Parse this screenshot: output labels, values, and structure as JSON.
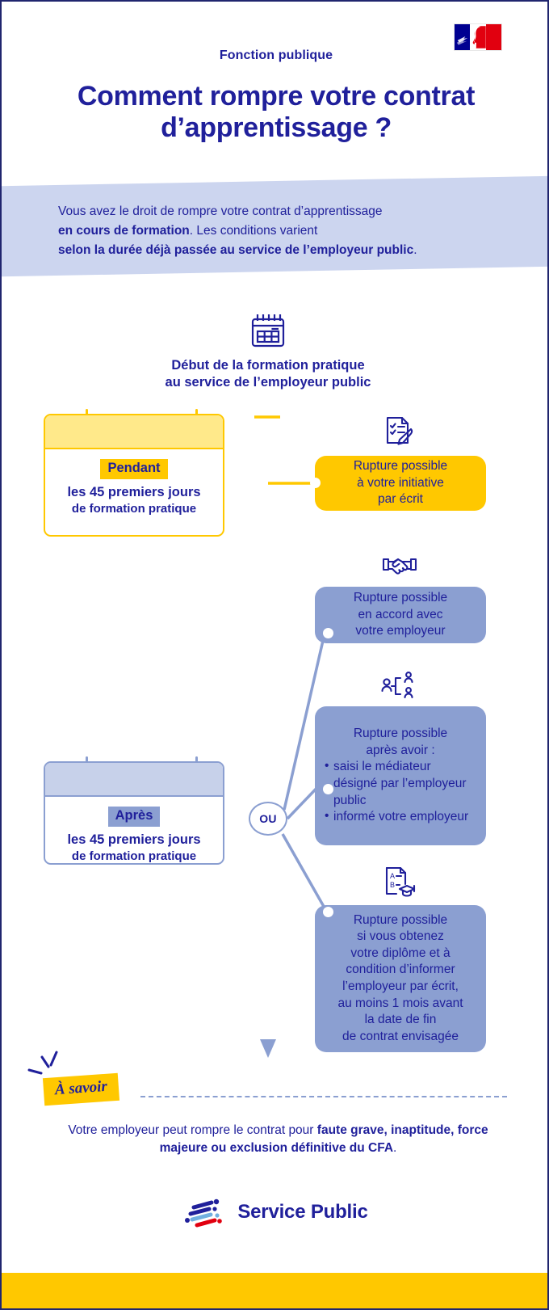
{
  "page": {
    "eyebrow": "Fonction publique",
    "title": "Comment rompre votre contrat d’apprentissage ?",
    "logo_alt": "french-flag-marianne"
  },
  "colors": {
    "navy": "#20209b",
    "yellow": "#ffc800",
    "yellow_light": "#ffe98a",
    "blue": "#8b9fd1",
    "blue_light": "#ccd5ef",
    "flag_blue": "#000091",
    "flag_red": "#e1000f"
  },
  "intro": {
    "line1": "Vous avez le droit de rompre votre contrat d’apprentissage",
    "bold1": "en cours de formation",
    "line2": ". Les conditions varient",
    "bold2": "selon la durée déjà passée au service de l’employeur public",
    "line3": "."
  },
  "timeline": {
    "icon": "calendar-icon",
    "heading_line1": "Début de la formation pratique",
    "heading_line2": "au service de l’employeur public",
    "junction_label": "OU"
  },
  "periods": [
    {
      "id": "pendant",
      "chip": "Pendant",
      "line1": "les 45 premiers jours",
      "line2": "de formation pratique"
    },
    {
      "id": "apres",
      "chip": "Après",
      "line1": "les 45 premiers jours",
      "line2": "de formation pratique"
    }
  ],
  "outcomes": [
    {
      "id": "initiative-ecrit",
      "icon": "document-check-pencil-icon",
      "style": "yellow",
      "lines": [
        "Rupture possible",
        "à votre initiative",
        "par écrit"
      ],
      "bullets": []
    },
    {
      "id": "accord-employeur",
      "icon": "handshake-icon",
      "style": "blue",
      "lines": [
        "Rupture possible",
        "en accord avec",
        "votre employeur"
      ],
      "bullets": []
    },
    {
      "id": "mediateur",
      "icon": "mediator-people-icon",
      "style": "blue",
      "lines": [
        "Rupture possible",
        "après avoir :"
      ],
      "bullets": [
        "saisi le médiateur désigné par l’employeur public",
        "informé votre employeur"
      ]
    },
    {
      "id": "diplome",
      "icon": "diploma-graduation-icon",
      "style": "blue",
      "lines": [
        "Rupture possible",
        "si vous obtenez",
        "votre diplôme et à",
        "condition d’informer",
        "l’employeur par écrit,",
        "au moins 1 mois avant",
        "la date de fin",
        "de contrat envisagée"
      ],
      "bullets": []
    }
  ],
  "note": {
    "badge": "À savoir",
    "text_pre": "Votre employeur peut rompre le contrat pour ",
    "text_bold": "faute grave, inaptitude, force majeure ou exclusion définitive du CFA",
    "text_post": "."
  },
  "footer": {
    "brand": "Service Public",
    "mark": "service-public-logo"
  }
}
